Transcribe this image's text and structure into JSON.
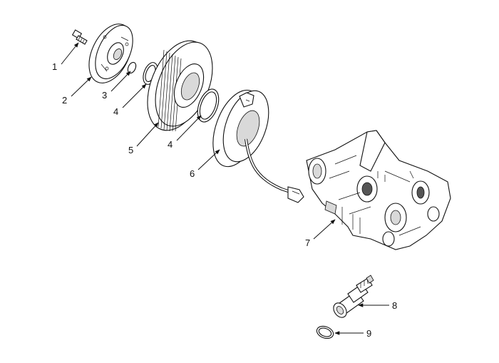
{
  "callouts": [
    {
      "id": "c1",
      "label": "1"
    },
    {
      "id": "c2",
      "label": "2"
    },
    {
      "id": "c3",
      "label": "3"
    },
    {
      "id": "c4a",
      "label": "4"
    },
    {
      "id": "c4b",
      "label": "4"
    },
    {
      "id": "c5",
      "label": "5"
    },
    {
      "id": "c6",
      "label": "6"
    },
    {
      "id": "c7",
      "label": "7"
    },
    {
      "id": "c8",
      "label": "8"
    },
    {
      "id": "c9",
      "label": "9"
    }
  ],
  "colors": {
    "ink": "#111111",
    "background": "#ffffff"
  }
}
